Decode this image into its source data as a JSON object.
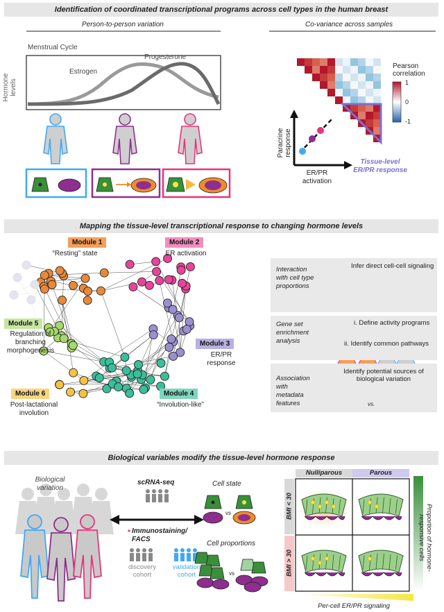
{
  "sections": {
    "s1_title": "Identification of coordinated transcriptional programs across cell types in the human breast",
    "s2_title": "Mapping the tissue-level transcriptional response to changing hormone levels",
    "s3_title": "Biological variables modify the tissue-level hormone response"
  },
  "panel_a": {
    "heading": "Person-to-person variation",
    "box_title": "Menstrual Cycle",
    "y_label": "Hormone levels",
    "estrogen": "Estrogen",
    "progesterone": "Progesterone"
  },
  "panel_b": {
    "heading": "Co-variance across samples",
    "legend_title": "Pearson correlation",
    "legend_max": "1",
    "legend_mid": "0",
    "legend_min": "-1",
    "y_axis": "Paracrine response",
    "x_axis": "ER/PR activation",
    "highlight": "Tissue-level ER/PR response"
  },
  "modules": [
    {
      "label": "Module 1",
      "desc": "“Resting” state",
      "color": "#e8893a"
    },
    {
      "label": "Module 2",
      "desc": "ER activation",
      "color": "#e8449a"
    },
    {
      "label": "Module 3",
      "desc": "ER/PR response",
      "color": "#9b8fd0"
    },
    {
      "label": "Module 4",
      "desc": "“Involution-like”",
      "color": "#3bbf9a"
    },
    {
      "label": "Module 5",
      "desc": "Regulation of branching morphogenesis",
      "color": "#a6d96a"
    },
    {
      "label": "Module 6",
      "desc": "Post-lactational involution",
      "color": "#f5c242"
    }
  ],
  "analyses": [
    {
      "name": "Interaction with cell type proportions",
      "items": [
        "Infer direct cell-cell signaling"
      ]
    },
    {
      "name": "Gene set enrichment analysis",
      "items": [
        "i. Define activity programs",
        "ii. Identify common pathways"
      ]
    },
    {
      "name": "Association with metadata features",
      "items": [
        "Identify potential sources of biological variation",
        "vs."
      ]
    }
  ],
  "panel_c": {
    "bio_variation": "Biological variation",
    "scrna": "scRNA-seq",
    "immuno": "Immunostaining/ FACS",
    "discovery": "discovery cohort",
    "validation": "validation cohort",
    "cell_state": "Cell state",
    "cell_prop": "Cell proportions",
    "vs": "vs"
  },
  "grid": {
    "col1": "Nulliparous",
    "col2": "Parous",
    "row1": "BMI < 30",
    "row2": "BMI > 30",
    "right_label": "Proportion of hormone-responsive cells",
    "bottom_label": "Per-cell ER/PR signaling"
  },
  "colors": {
    "blue": "#3fa9f5",
    "purple": "#8e2e8e",
    "pink": "#e8347a",
    "green": "#3a8f3a",
    "orange": "#f08c28",
    "lavender": "#9b8fd0"
  }
}
